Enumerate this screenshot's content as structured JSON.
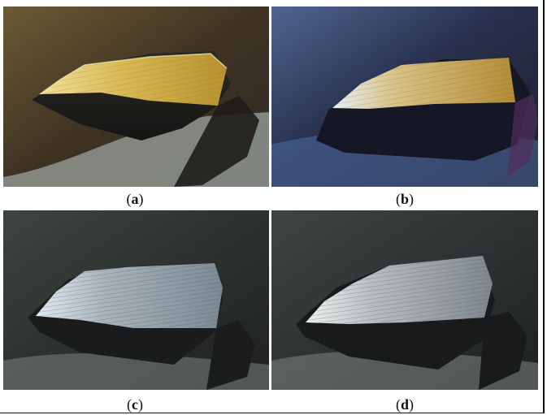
{
  "panels": [
    {
      "id": "a",
      "caption_open": "(",
      "caption_letter": "a",
      "caption_close": ")",
      "coating_color": "#d4b04a",
      "coating_highlight": "#efd37a",
      "background_color": "#5a4a2a"
    },
    {
      "id": "b",
      "caption_open": "(",
      "caption_letter": "b",
      "caption_close": ")",
      "coating_color": "#c7a54a",
      "coating_highlight": "#e9cf86",
      "background_color": "#2d2f44"
    },
    {
      "id": "c",
      "caption_open": "(",
      "caption_letter": "c",
      "caption_close": ")",
      "coating_color": "#8f9aa3",
      "coating_highlight": "#c4cdd2",
      "background_color": "#2e332f"
    },
    {
      "id": "d",
      "caption_open": "(",
      "caption_letter": "d",
      "caption_close": ")",
      "coating_color": "#8f969b",
      "coating_highlight": "#c9cdcf",
      "background_color": "#303434"
    }
  ]
}
